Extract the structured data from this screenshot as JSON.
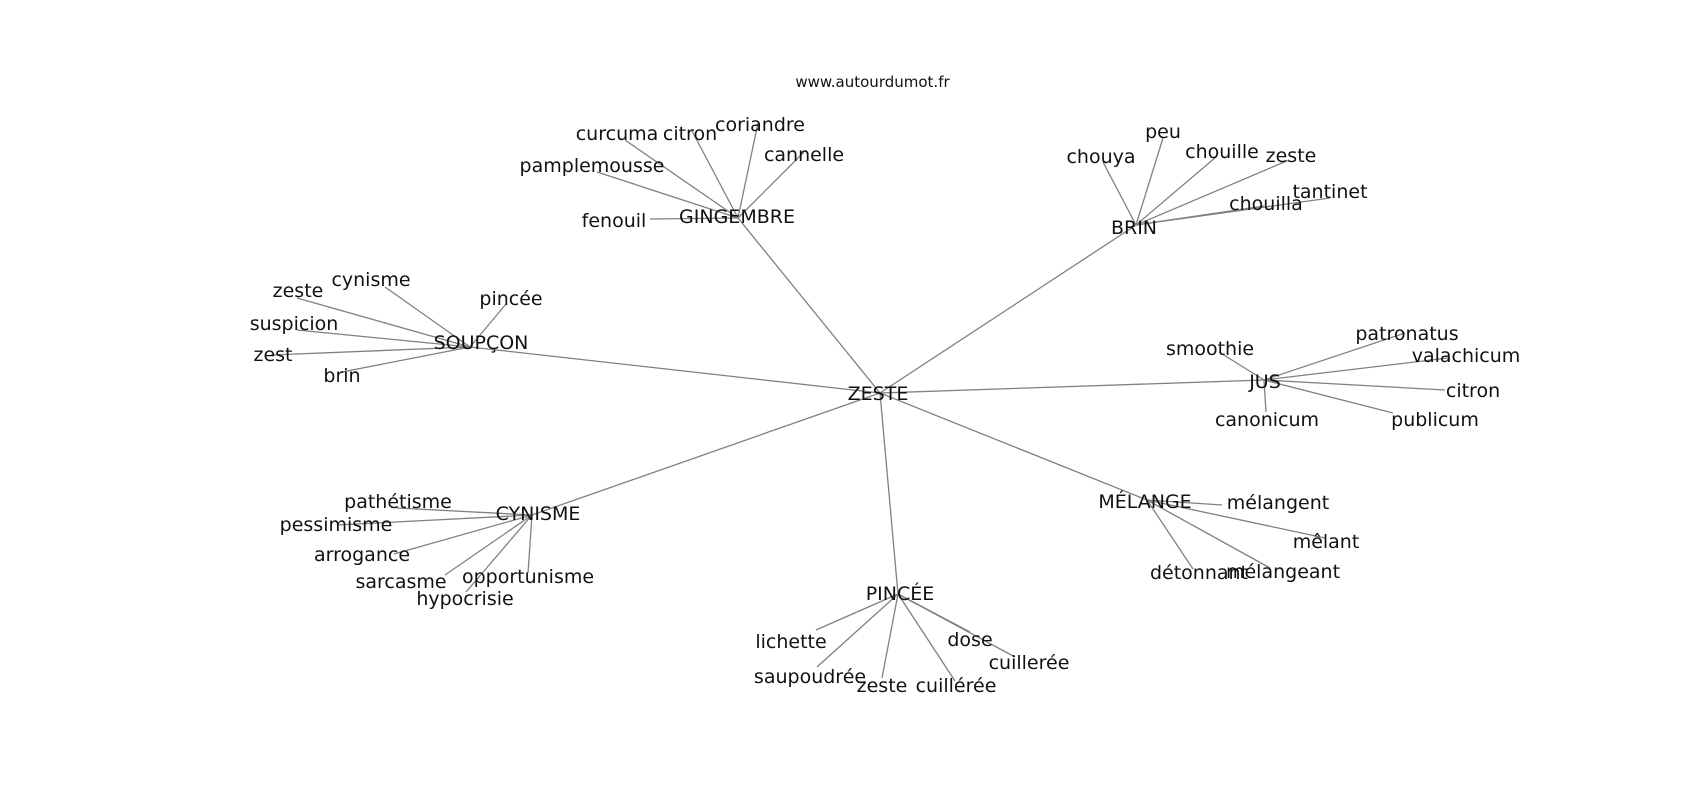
{
  "source": "www.autourdumot.fr",
  "colors": {
    "edge": "#808080",
    "text": "#111111",
    "background": "#ffffff"
  },
  "graph": {
    "center": "ZESTE",
    "hubs": [
      {
        "id": "gingembre",
        "label": "GINGEMBRE",
        "leaves": [
          "curcuma",
          "citron",
          "coriandre",
          "cannelle",
          "pamplemousse",
          "fenouil"
        ]
      },
      {
        "id": "brin",
        "label": "BRIN",
        "leaves": [
          "chouya",
          "peu",
          "chouille",
          "zeste",
          "tantinet",
          "chouilla"
        ]
      },
      {
        "id": "soupcon",
        "label": "SOUPÇON",
        "leaves": [
          "cynisme",
          "zeste",
          "pincée",
          "suspicion",
          "zest",
          "brin"
        ]
      },
      {
        "id": "jus",
        "label": "JUS",
        "leaves": [
          "smoothie",
          "patronatus",
          "valachicum",
          "citron",
          "canonicum",
          "publicum"
        ]
      },
      {
        "id": "cynisme",
        "label": "CYNISME",
        "leaves": [
          "pathétisme",
          "pessimisme",
          "arrogance",
          "sarcasme",
          "opportunisme",
          "hypocrisie"
        ]
      },
      {
        "id": "melange",
        "label": "MÉLANGE",
        "leaves": [
          "mélangent",
          "mêlant",
          "détonnant",
          "mélangeant"
        ]
      },
      {
        "id": "pincee",
        "label": "PINCÉE",
        "leaves": [
          "lichette",
          "dose",
          "cuillerée",
          "saupoudrée",
          "zeste",
          "cuillérée"
        ]
      }
    ]
  }
}
